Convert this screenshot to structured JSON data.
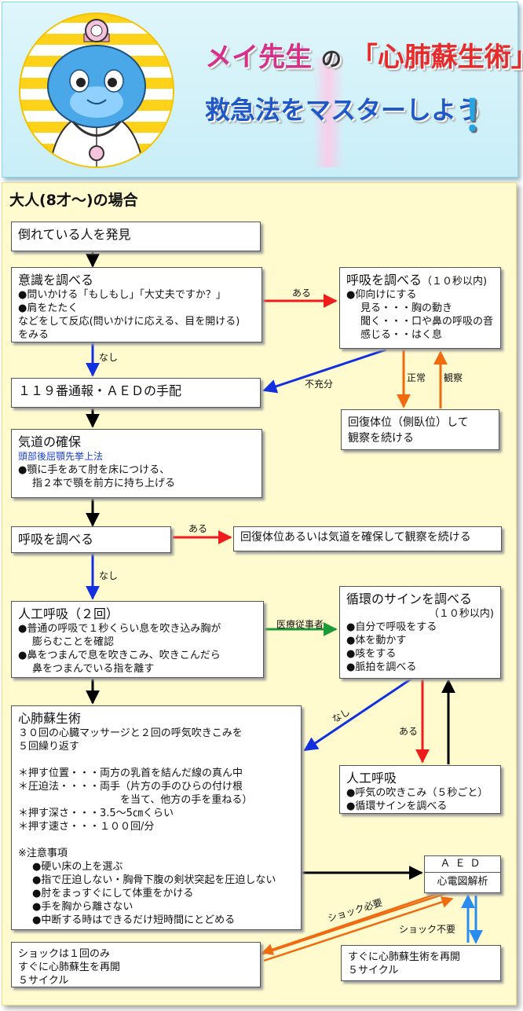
{
  "header": {
    "sensei": "メイ先生",
    "no": "の",
    "cpr": "「心肺蘇生術」",
    "subtitle": "救急法をマスターしよう",
    "exclaim": "！"
  },
  "section_title": "大人(8才〜)の場合",
  "boxes": {
    "discover": "倒れている人を発見",
    "consciousness": {
      "title": "意識を調べる",
      "lines": [
        "●問いかける「もしもし」「大丈夫ですか？」",
        "●肩をたたく",
        "などをして反応(問いかけに応える、目を開ける)",
        "をみる"
      ]
    },
    "check_breath1": {
      "title": "呼吸を調べる",
      "title_note": "（１０秒以内)",
      "lines": [
        "●仰向けにする",
        "見る・・・胸の動き",
        "聞く・・・口や鼻の呼吸の音",
        "感じる・・はく息"
      ]
    },
    "call119": "１１９番通報・ＡＥＤの手配",
    "recovery1": [
      "回復体位（側臥位）して",
      "観察を続ける"
    ],
    "airway": {
      "title": "気道の確保",
      "sub": "頭部後屈顎先挙上法",
      "lines": [
        "●顎に手をあて肘を床につける、",
        "指２本で顎を前方に持ち上げる"
      ]
    },
    "check_breath2": "呼吸を調べる",
    "recovery2": "回復体位あるいは気道を確保して観察を続ける",
    "rescue_breath": {
      "title": "人工呼吸（２回）",
      "lines": [
        "●普通の呼吸で１秒くらい息を吹き込み胸が",
        "膨らむことを確認",
        "●鼻をつまんで息を吹きこみ、吹きこんだら",
        "鼻をつまんでいる指を離す"
      ]
    },
    "circulation": {
      "title": "循環のサインを調べる",
      "note": "（１０秒以内)",
      "lines": [
        "●自分で呼吸をする",
        "●体を動かす",
        "●咳をする",
        "●脈拍を調べる"
      ]
    },
    "cpr": {
      "title": "心肺蘇生術",
      "intro": [
        "３０回の心臓マッサージと２回の呼気吹きこみを",
        "５回繰り返す"
      ],
      "points": [
        "＊押す位置・・・両方の乳首を結んだ線の真ん中",
        "＊圧迫法・・・・両手（片方の手のひらの付け根",
        "を当て、他方の手を重ねる）",
        "＊押す深さ・・・3.5〜5㎝くらい",
        "＊押す速さ・・・１００回/分"
      ],
      "caution_title": "※注意事項",
      "cautions": [
        "●硬い床の上を選ぶ",
        "●指で圧迫しない・胸骨下腹の剣状突起を圧迫しない",
        "●肘をまっすぐにして体重をかける",
        "●手を胸から離さない",
        "●中断する時はできるだけ短時間にとどめる"
      ]
    },
    "artificial": {
      "title": "人工呼吸",
      "lines": [
        "●呼気の吹きこみ（５秒ごと）",
        "●循環サインを調べる"
      ]
    },
    "aed": {
      "top": "ＡＥＤ",
      "bottom": "心電図解析"
    },
    "shock": [
      "ショックは１回のみ",
      "すぐに心肺蘇生を再開",
      "５サイクル"
    ],
    "noshock": [
      "すぐに心肺蘇生術を再開",
      "５サイクル"
    ]
  },
  "labels": {
    "aru1": "ある",
    "nashi1": "なし",
    "fujuubun": "不充分",
    "seijou": "正常",
    "kansatsu": "観察",
    "aru2": "ある",
    "nashi2": "なし",
    "iryou": "医療従事者",
    "nashi3": "なし",
    "aru3": "ある",
    "shock_need": "ショック必要",
    "shock_noneed": "ショック不要"
  },
  "colors": {
    "red": "#ee1c1c",
    "blue": "#1230e0",
    "orange": "#f06a10",
    "green": "#1d9b3a",
    "lightblue": "#2b8cf0"
  }
}
